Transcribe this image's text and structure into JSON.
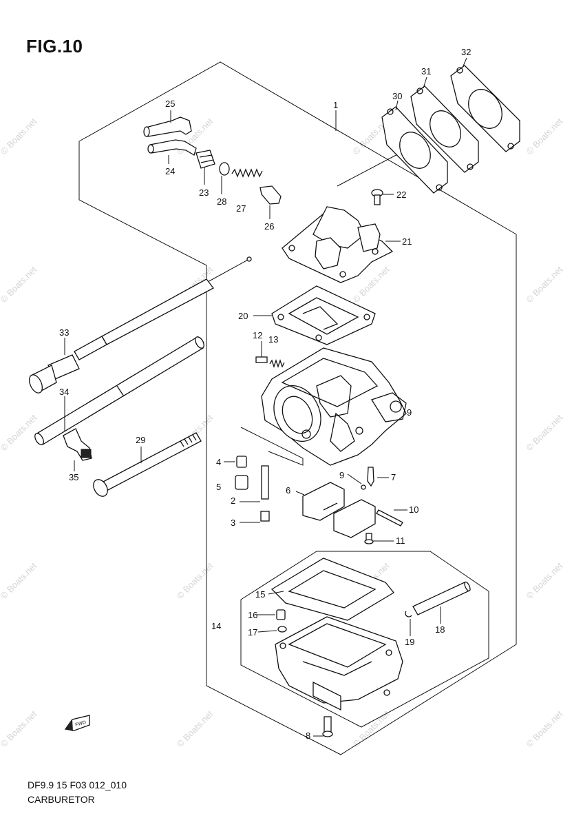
{
  "figure": {
    "title": "FIG.10"
  },
  "footer": {
    "code": "DF9.9 15 F03 012_010",
    "name": "CARBURETOR"
  },
  "watermark": {
    "text": "© Boats.net"
  },
  "callouts": {
    "c1": "1",
    "c2": "2",
    "c3": "3",
    "c4": "4",
    "c5": "5",
    "c6": "6",
    "c7": "7",
    "c8": "8",
    "c9a": "9",
    "c9b": "9",
    "c10": "10",
    "c11": "11",
    "c12": "12",
    "c13": "13",
    "c14": "14",
    "c15": "15",
    "c16": "16",
    "c17": "17",
    "c18": "18",
    "c19": "19",
    "c20": "20",
    "c21": "21",
    "c22": "22",
    "c23": "23",
    "c24": "24",
    "c25": "25",
    "c26": "26",
    "c27": "27",
    "c28": "28",
    "c29": "29",
    "c30": "30",
    "c31": "31",
    "c32": "32",
    "c33": "33",
    "c34": "34",
    "c35": "35"
  },
  "icons": {
    "forward": "fwd-arrow-icon"
  }
}
